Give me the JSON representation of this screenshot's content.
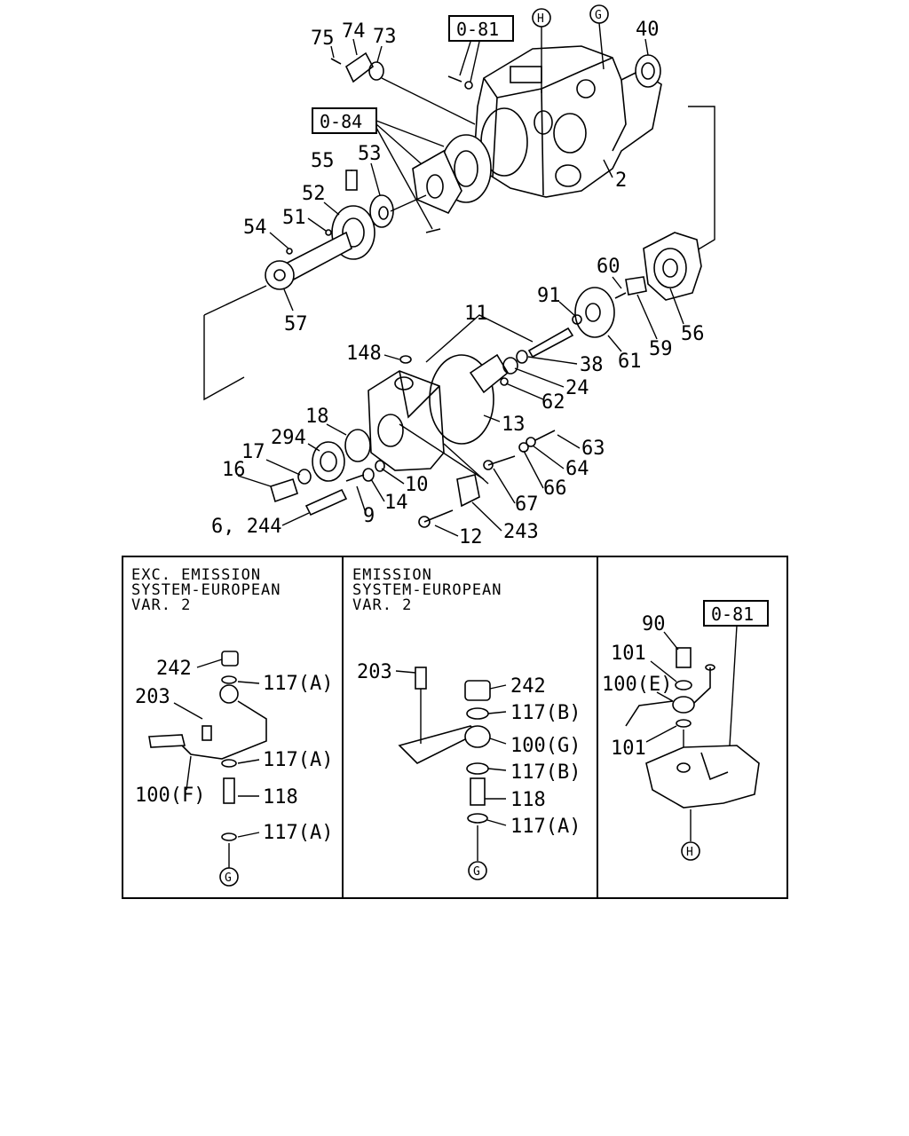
{
  "reference_boxes": {
    "ref_081_top": "0-81",
    "ref_084": "0-84",
    "ref_081_panel": "0-81"
  },
  "connectors": {
    "H_top": "H",
    "G_top": "G",
    "G_panel1": "G",
    "G_panel2": "G",
    "H_panel3": "H"
  },
  "callouts": {
    "c75": "75",
    "c74": "74",
    "c73": "73",
    "c40": "40",
    "c2": "2",
    "c55": "55",
    "c53": "53",
    "c52": "52",
    "c51": "51",
    "c54": "54",
    "c57": "57",
    "c60": "60",
    "c91": "91",
    "c56": "56",
    "c59": "59",
    "c61": "61",
    "c11": "11",
    "c148": "148",
    "c38": "38",
    "c24": "24",
    "c62": "62",
    "c13": "13",
    "c18": "18",
    "c294": "294",
    "c17": "17",
    "c16": "16",
    "c10": "10",
    "c14": "14",
    "c9": "9",
    "c6_244": "6, 244",
    "c63": "63",
    "c64": "64",
    "c66": "66",
    "c67": "67",
    "c12": "12",
    "c243": "243"
  },
  "panels": [
    {
      "caption": [
        "EXC. EMISSION",
        "SYSTEM-EUROPEAN",
        "VAR. 2"
      ],
      "labels": {
        "l242": "242",
        "l117a_1": "117(A)",
        "l203": "203",
        "l117a_2": "117(A)",
        "l100f": "100(F)",
        "l118": "118",
        "l117a_3": "117(A)"
      }
    },
    {
      "caption": [
        "EMISSION",
        "SYSTEM-EUROPEAN",
        "VAR. 2"
      ],
      "labels": {
        "l203": "203",
        "l242": "242",
        "l117b_1": "117(B)",
        "l100g": "100(G)",
        "l117b_2": "117(B)",
        "l118": "118",
        "l117a": "117(A)"
      }
    },
    {
      "caption": [],
      "labels": {
        "l90": "90",
        "l101_1": "101",
        "l100e": "100(E)",
        "l101_2": "101"
      }
    }
  ]
}
